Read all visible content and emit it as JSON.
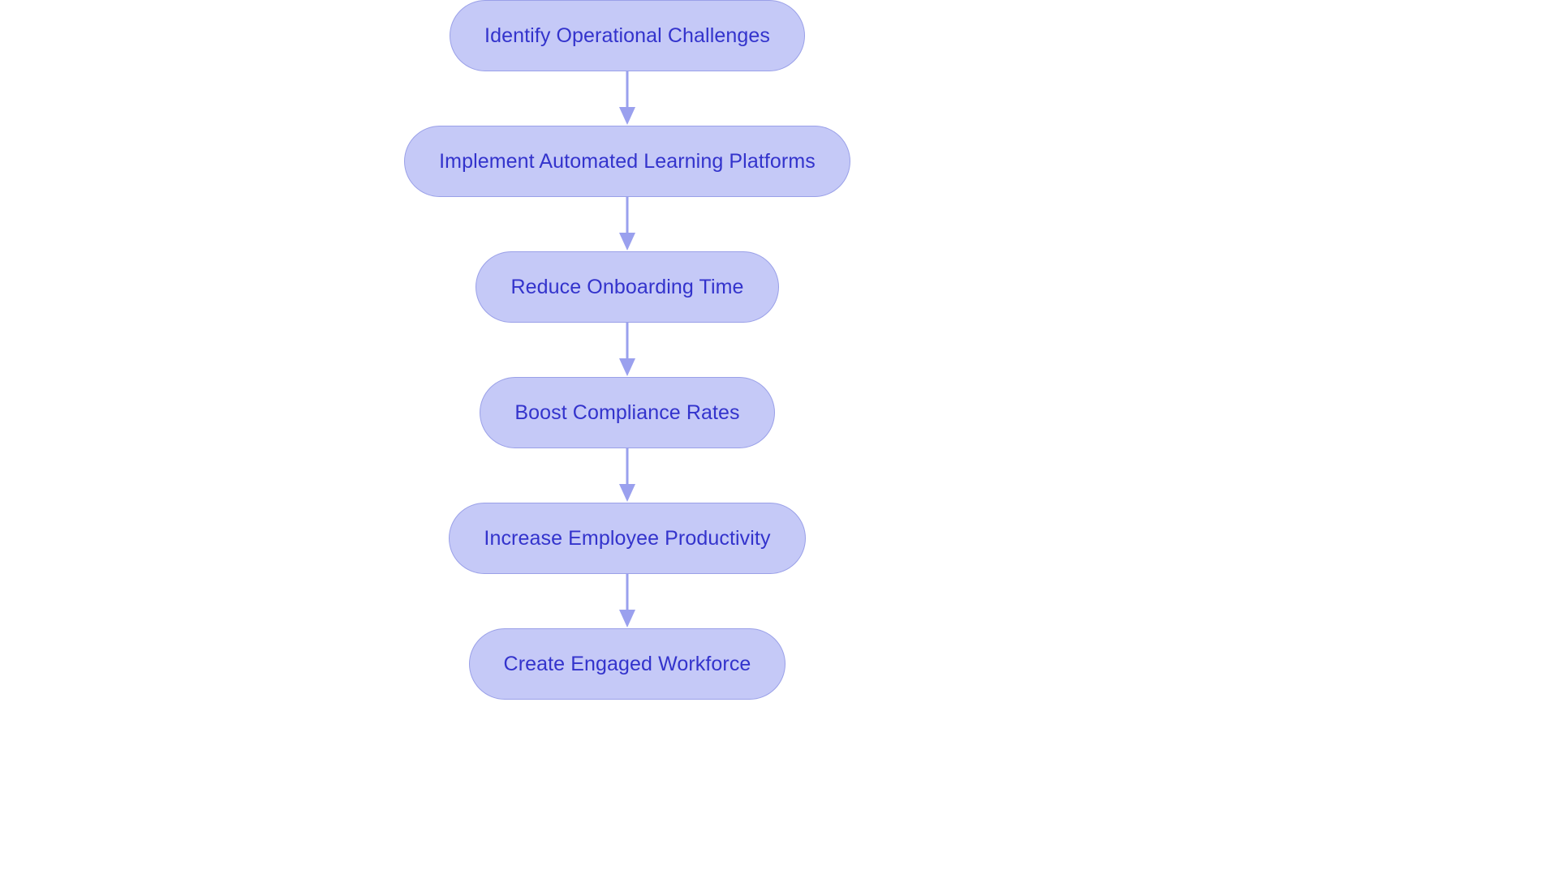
{
  "diagram": {
    "type": "flowchart",
    "orientation": "vertical-top-to-bottom",
    "background_color": "#ffffff",
    "node_fill_color": "#c5c9f7",
    "node_border_color": "#9aa0e8",
    "node_text_color": "#3333cc",
    "connector_color": "#9aa0ee",
    "nodes": [
      {
        "id": "n1",
        "label": "Identify Operational Challenges"
      },
      {
        "id": "n2",
        "label": "Implement Automated Learning Platforms"
      },
      {
        "id": "n3",
        "label": "Reduce Onboarding Time"
      },
      {
        "id": "n4",
        "label": "Boost Compliance Rates"
      },
      {
        "id": "n5",
        "label": "Increase Employee Productivity"
      },
      {
        "id": "n6",
        "label": "Create Engaged Workforce"
      }
    ],
    "edges": [
      {
        "from": "n1",
        "to": "n2",
        "arrow": "down-arrow"
      },
      {
        "from": "n2",
        "to": "n3",
        "arrow": "down-arrow"
      },
      {
        "from": "n3",
        "to": "n4",
        "arrow": "down-arrow"
      },
      {
        "from": "n4",
        "to": "n5",
        "arrow": "down-arrow"
      },
      {
        "from": "n5",
        "to": "n6",
        "arrow": "down-arrow"
      }
    ]
  }
}
